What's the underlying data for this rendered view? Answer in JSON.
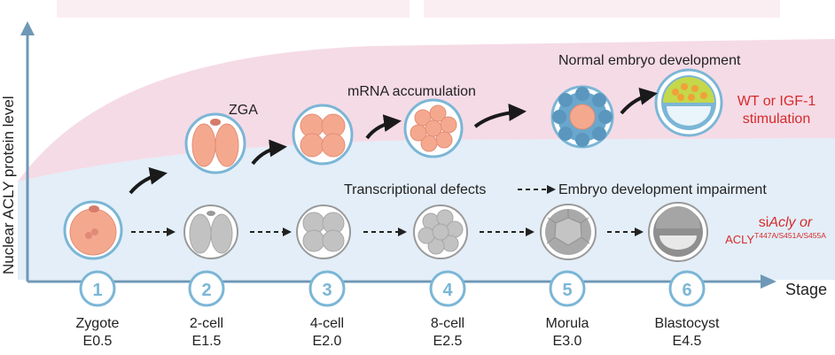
{
  "y_axis_label": "Nuclear ACLY protein level",
  "x_axis_label": "Stage",
  "top_labels": {
    "zga": "ZGA",
    "mrna": "mRNA accumulation",
    "normal": "Normal embryo development",
    "wt_line1": "WT or IGF-1",
    "wt_line2": "stimulation"
  },
  "lower_labels": {
    "defects": "Transcriptional defects",
    "impairment": "Embryo development impairment",
    "si_prefix": "si",
    "si_gene": "Acly or",
    "acly_base": "ACLY",
    "acly_sup": "T447A/S451A/S455A"
  },
  "stages": [
    {
      "num": "1",
      "name": "Zygote",
      "day": "E0.5"
    },
    {
      "num": "2",
      "name": "2-cell",
      "day": "E1.5"
    },
    {
      "num": "3",
      "name": "4-cell",
      "day": "E2.0"
    },
    {
      "num": "4",
      "name": "8-cell",
      "day": "E2.5"
    },
    {
      "num": "5",
      "name": "Morula",
      "day": "E3.0"
    },
    {
      "num": "6",
      "name": "Blastocyst",
      "day": "E4.5"
    }
  ],
  "colors": {
    "axis": "#6e98b6",
    "pink_band": "#f5dbe6",
    "blue_band": "#e3eef8",
    "red_text": "#d62a2a",
    "cell_pink": "#f4a98f",
    "cell_gray": "#bdbdbd",
    "zona_blue": "#7bb6d6",
    "arrow": "#1a1a1a"
  }
}
